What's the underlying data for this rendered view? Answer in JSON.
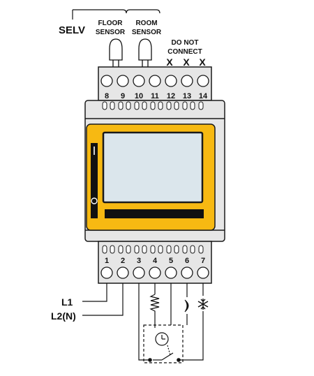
{
  "labels": {
    "selv": "SELV",
    "floor_sensor_line1": "FLOOR",
    "floor_sensor_line2": "SENSOR",
    "room_sensor_line1": "ROOM",
    "room_sensor_line2": "SENSOR",
    "do_not_connect_line1": "DO NOT",
    "do_not_connect_line2": "CONNECT",
    "x_mark": "X",
    "l1": "L1",
    "l2n": "L2(N)"
  },
  "terminals_top": [
    "8",
    "9",
    "10",
    "11",
    "12",
    "13",
    "14"
  ],
  "terminals_bottom": [
    "1",
    "2",
    "3",
    "4",
    "5",
    "6",
    "7"
  ],
  "colors": {
    "housing": "#e6e6e6",
    "bezel": "#f7b912",
    "screen": "#dbe6ec",
    "outline": "#1a1a1a"
  },
  "icons": [
    "moon-icon",
    "snowflake-icon",
    "resistor-icon",
    "clock-timer-icon"
  ]
}
